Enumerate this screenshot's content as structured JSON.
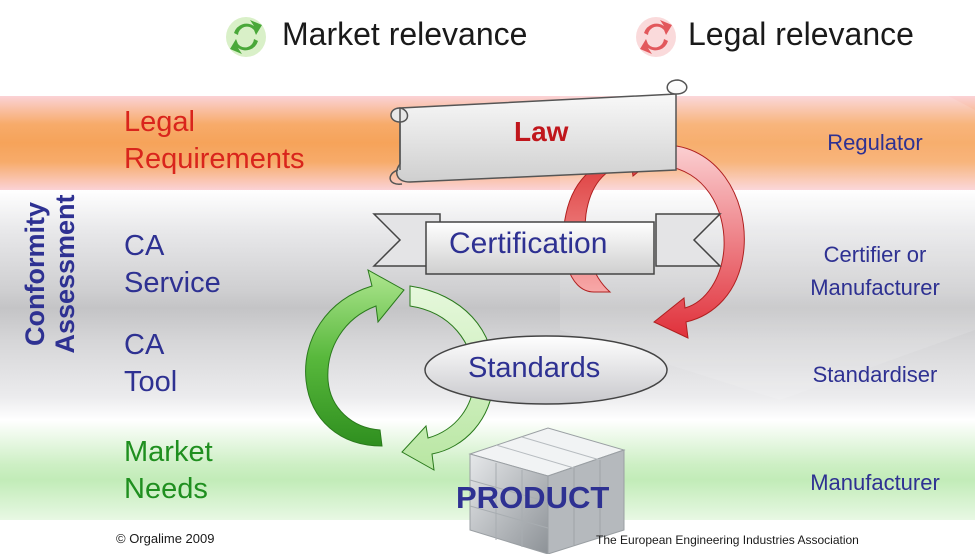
{
  "legend": {
    "market": "Market relevance",
    "legal": "Legal relevance"
  },
  "side_title": {
    "line1": "Conformity",
    "line2": "Assessment"
  },
  "rows": {
    "legal": {
      "line1": "Legal",
      "line2": "Requirements",
      "role": "Regulator"
    },
    "service": {
      "line1": "CA",
      "line2": "Service",
      "role_line1": "Certifier or",
      "role_line2": "Manufacturer"
    },
    "tool": {
      "line1": "CA",
      "line2": "Tool",
      "role": "Standardiser"
    },
    "market": {
      "line1": "Market",
      "line2": "Needs",
      "role": "Manufacturer"
    }
  },
  "center": {
    "law": "Law",
    "certification": "Certification",
    "standards": "Standards",
    "product": "PRODUCT"
  },
  "footer": {
    "copyright": "© Orgalime 2009",
    "association": "The European Engineering Industries Association"
  },
  "colors": {
    "legal_red": "#d9251c",
    "market_green": "#1f8f1f",
    "navy": "#2e3192",
    "legal_band": "#f6a35a",
    "market_band": "#c9efc0",
    "grey_band": "#d0d0d2"
  }
}
